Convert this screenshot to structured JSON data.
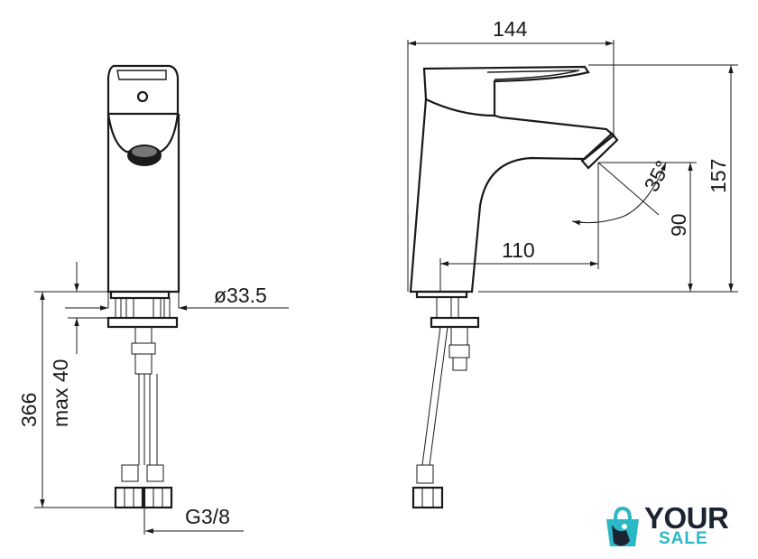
{
  "dimensions": {
    "width_144": "144",
    "height_157": "157",
    "spout_110": "110",
    "height_90": "90",
    "angle_35": "35°",
    "diameter": "ø33.5",
    "max_40": "max 40",
    "length_366": "366",
    "thread": "G3/8"
  },
  "logo": {
    "word_1": "YOUR",
    "word_2": "SALE",
    "colors": {
      "dark": "#1c2431",
      "accent": "#2ab7c6"
    }
  }
}
